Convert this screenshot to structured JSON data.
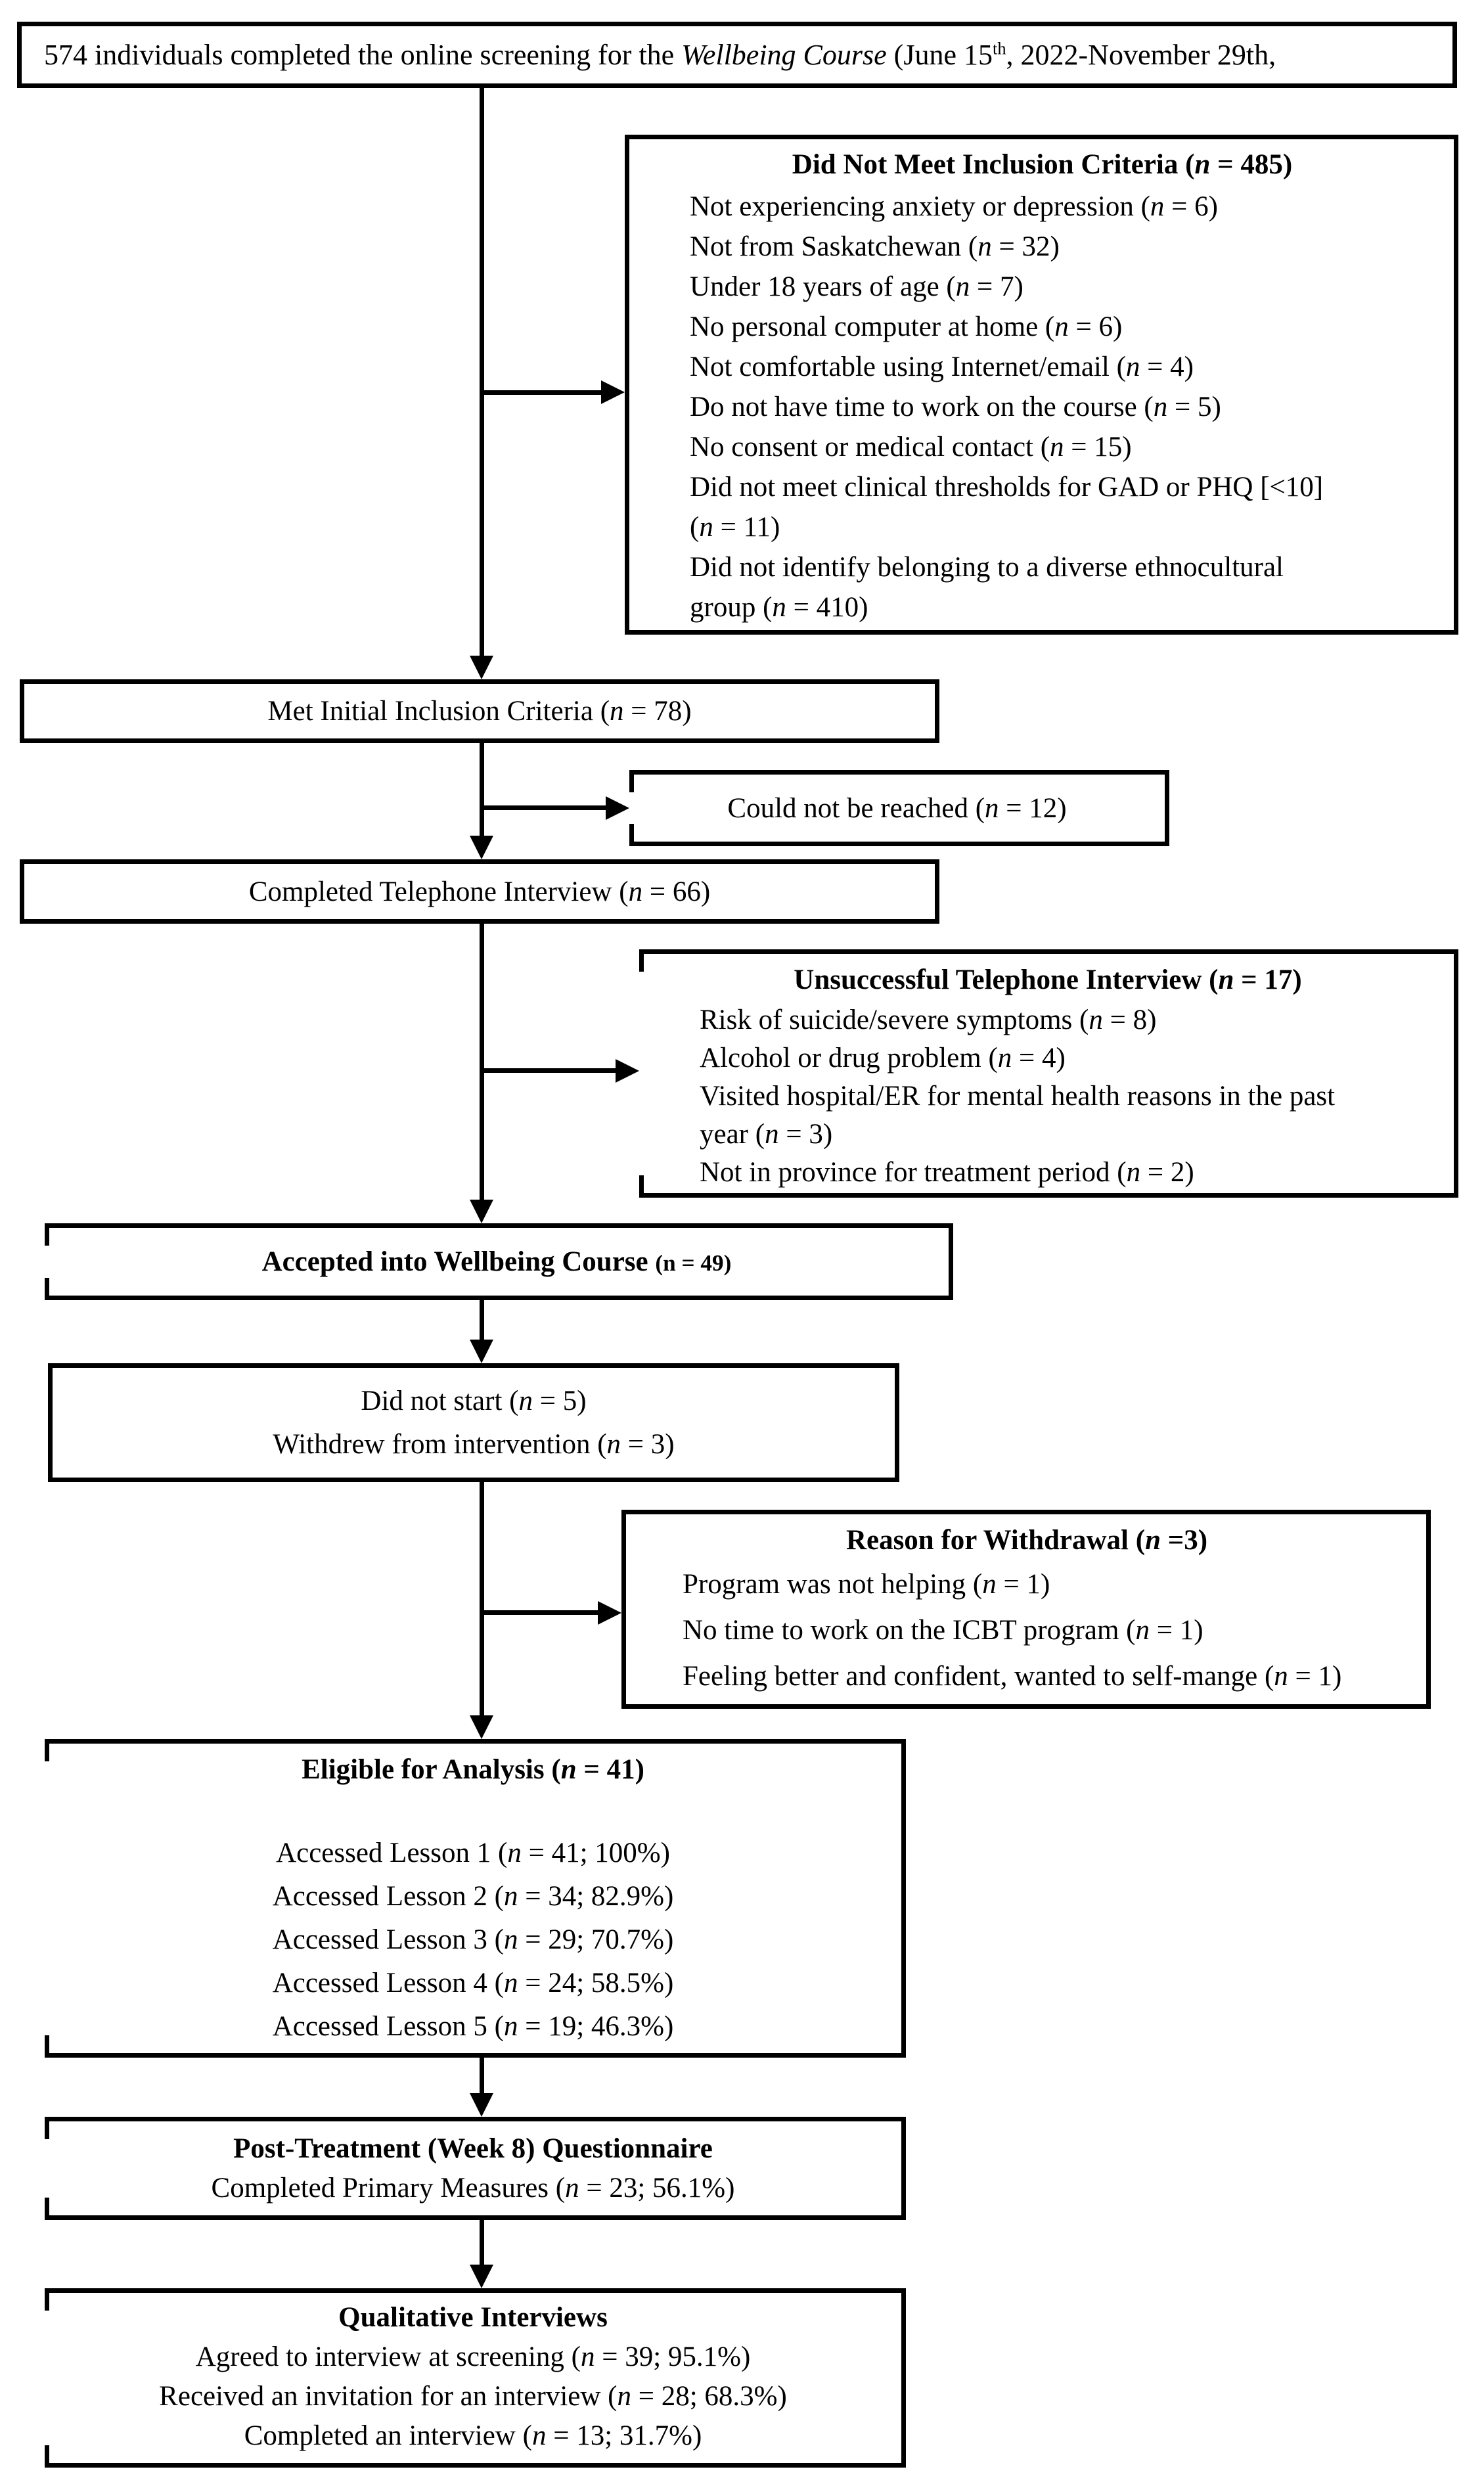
{
  "palette": {
    "ink": "#000000",
    "paper": "#ffffff"
  },
  "top_box": {
    "pre": "574 individuals completed the online screening for the ",
    "course": "Wellbeing Course",
    "mid": " (June 15",
    "sup": "th",
    "post": ", 2022-November 29th,"
  },
  "did_not_meet": {
    "title": {
      "pre": "Did Not Meet Inclusion Criteria (",
      "n": "n",
      "post": " = 485)"
    },
    "lines": [
      {
        "pre": "Not experiencing anxiety or depression (",
        "n": "n",
        "post": " = 6)"
      },
      {
        "pre": "Not from Saskatchewan (",
        "n": "n",
        "post": " = 32)"
      },
      {
        "pre": "Under 18 years of age (",
        "n": "n",
        "post": " = 7)"
      },
      {
        "pre": "No personal computer at home (",
        "n": "n",
        "post": " = 6)"
      },
      {
        "pre": "Not comfortable using Internet/email (",
        "n": "n",
        "post": " = 4)"
      },
      {
        "pre": "Do not have time to work on the course (",
        "n": "n",
        "post": " = 5)"
      },
      {
        "pre": "No consent or medical contact (",
        "n": "n",
        "post": " = 15)"
      },
      {
        "pre": "Did not meet clinical thresholds for GAD or PHQ [<10]",
        "n": "",
        "post": ""
      },
      {
        "pre": "(",
        "n": "n",
        "post": " = 11)"
      },
      {
        "pre": "Did not identify belonging to a diverse ethnocultural",
        "n": "",
        "post": ""
      },
      {
        "pre": "group (",
        "n": "n",
        "post": " = 410)"
      }
    ]
  },
  "met_initial": {
    "line": {
      "pre": "Met Initial Inclusion Criteria (",
      "n": "n",
      "post": " = 78)"
    }
  },
  "could_not_be_reached": {
    "line": {
      "pre": "Could not be reached (",
      "n": "n",
      "post": " = 12)"
    }
  },
  "completed_interview": {
    "line": {
      "pre": "Completed Telephone Interview (",
      "n": "n",
      "post": " = 66)"
    }
  },
  "unsuccessful": {
    "title": {
      "pre": "Unsuccessful Telephone Interview (",
      "n": "n",
      "post": " = 17)"
    },
    "lines": [
      {
        "pre": "Risk of suicide/severe symptoms (",
        "n": "n",
        "post": " = 8)"
      },
      {
        "pre": "Alcohol or drug problem (",
        "n": "n",
        "post": " = 4)"
      },
      {
        "pre": "Visited hospital/ER for mental health reasons in the past",
        "n": "",
        "post": ""
      },
      {
        "pre": "year (",
        "n": "n",
        "post": " = 3)"
      },
      {
        "pre": "Not in province for treatment period (",
        "n": "n",
        "post": " = 2)"
      }
    ]
  },
  "accepted": {
    "main": "Accepted into Wellbeing Course ",
    "paren": "(n = 49)"
  },
  "did_not_start": {
    "lines": [
      {
        "pre": "Did not start (",
        "n": "n",
        "post": " = 5)"
      },
      {
        "pre": "Withdrew from intervention (",
        "n": "n",
        "post": " = 3)"
      }
    ]
  },
  "withdrawal": {
    "title": {
      "pre": "Reason for Withdrawal (",
      "n": "n",
      "post": " =3)"
    },
    "lines": [
      {
        "pre": "Program was not helping (",
        "n": "n",
        "post": " = 1)"
      },
      {
        "pre": "No time to work on the ICBT program (",
        "n": "n",
        "post": " = 1)"
      },
      {
        "pre": "Feeling better and confident, wanted to self-mange (",
        "n": "n",
        "post": " = 1)"
      }
    ]
  },
  "eligible": {
    "title": {
      "pre": "Eligible for Analysis (",
      "n": "n",
      "post": " = 41)"
    },
    "lines": [
      {
        "pre": "Accessed Lesson 1 (",
        "n": "n",
        "post": " = 41; 100%)"
      },
      {
        "pre": "Accessed Lesson 2 (",
        "n": "n",
        "post": " = 34; 82.9%)"
      },
      {
        "pre": "Accessed Lesson 3 (",
        "n": "n",
        "post": " = 29; 70.7%)"
      },
      {
        "pre": "Accessed Lesson 4 (",
        "n": "n",
        "post": " = 24; 58.5%)"
      },
      {
        "pre": "Accessed Lesson 5 (",
        "n": "n",
        "post": " = 19; 46.3%)"
      }
    ]
  },
  "post_treatment": {
    "title": "Post-Treatment (Week 8) Questionnaire",
    "line": {
      "pre": "Completed Primary Measures (",
      "n": "n",
      "post": " = 23; 56.1%)"
    }
  },
  "qualitative": {
    "title": "Qualitative Interviews",
    "lines": [
      {
        "pre": "Agreed to interview at screening (",
        "n": "n",
        "post": " = 39; 95.1%)"
      },
      {
        "pre": "Received an invitation for an interview (",
        "n": "n",
        "post": " = 28; 68.3%)"
      },
      {
        "pre": "Completed an interview (",
        "n": "n",
        "post": " = 13; 31.7%)"
      }
    ]
  }
}
